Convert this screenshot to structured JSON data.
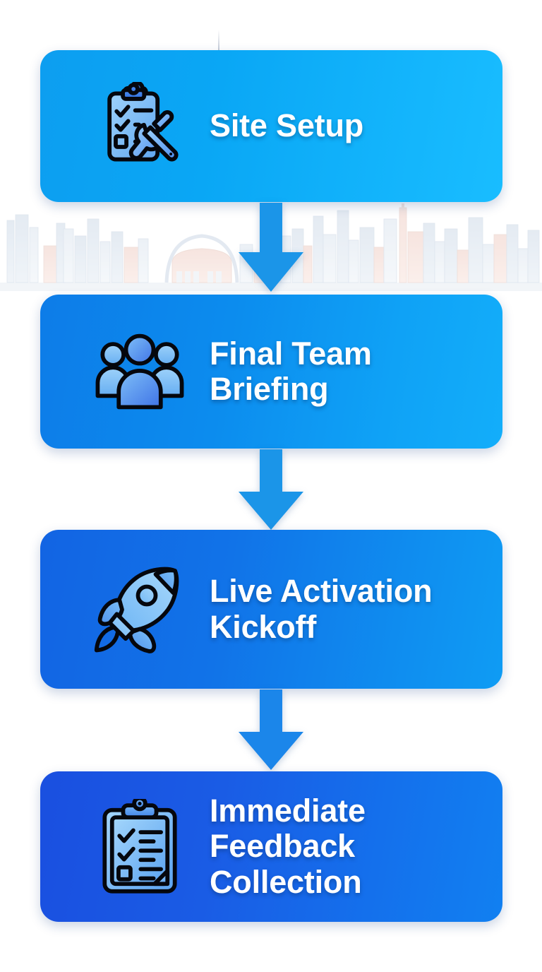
{
  "page": {
    "type": "vertical-process-flowchart",
    "background_color": "#ffffff",
    "step_count": 4
  },
  "background": {
    "watermark": {
      "name": "city-skyline-watermark",
      "description": "faint pastel city skyline illustration band behind the flow",
      "colors": [
        "#c3cedd",
        "#e8cfc6",
        "#dfe6ee",
        "#f0d9d0"
      ]
    }
  },
  "flow": {
    "steps": [
      {
        "index": 1,
        "label": "Site Setup",
        "icon": "clipboard-wrench-icon",
        "gradient_from": "#0d9ef0",
        "gradient_to": "#19bdff"
      },
      {
        "index": 2,
        "label": "Final Team\nBriefing",
        "icon": "people-group-icon",
        "gradient_from": "#0d7ce8",
        "gradient_to": "#13aefa"
      },
      {
        "index": 3,
        "label": "Live Activation\nKickoff",
        "icon": "rocket-icon",
        "gradient_from": "#1264e3",
        "gradient_to": "#0f9cf4"
      },
      {
        "index": 4,
        "label": "Immediate\nFeedback\nCollection",
        "icon": "clipboard-checklist-icon",
        "gradient_from": "#1a4fe0",
        "gradient_to": "#1180f1"
      }
    ],
    "connectors": [
      {
        "index": 1,
        "icon": "arrow-down-icon",
        "color": "#1b95e8",
        "from_step": 1,
        "to_step": 2
      },
      {
        "index": 2,
        "icon": "arrow-down-icon",
        "color": "#1b95e8",
        "from_step": 2,
        "to_step": 3
      },
      {
        "index": 3,
        "icon": "arrow-down-icon",
        "color": "#1b86ea",
        "from_step": 3,
        "to_step": 4
      }
    ]
  },
  "colors": {
    "card_text": "#ffffff",
    "arrow": "#1b95e8",
    "icon_stroke": "#05070d",
    "icon_fill_light": "#8dc8f7",
    "icon_fill_deep": "#4a7fe8"
  }
}
